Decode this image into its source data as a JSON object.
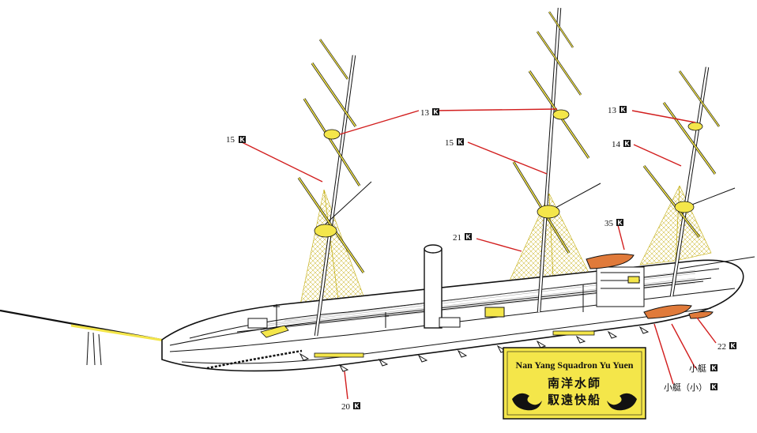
{
  "plate": {
    "title": "Nan Yang Squadron Yu Yuen",
    "chinese_line1": "南洋水師",
    "chinese_line2": "馭遠快船"
  },
  "callouts": [
    {
      "id": "13a",
      "text": "13"
    },
    {
      "id": "13b",
      "text": "13"
    },
    {
      "id": "15a",
      "text": "15"
    },
    {
      "id": "15b",
      "text": "15"
    },
    {
      "id": "14",
      "text": "14"
    },
    {
      "id": "35",
      "text": "35"
    },
    {
      "id": "21",
      "text": "21"
    },
    {
      "id": "22",
      "text": "22"
    },
    {
      "id": "20",
      "text": "20"
    },
    {
      "id": "boat",
      "text": "小艇"
    },
    {
      "id": "boat-small",
      "text": "小艇（小）"
    }
  ],
  "colors": {
    "rigging": "#f4e64a",
    "leader": "#d21e1e",
    "boat": "#e07a3a",
    "outline": "#111111"
  }
}
